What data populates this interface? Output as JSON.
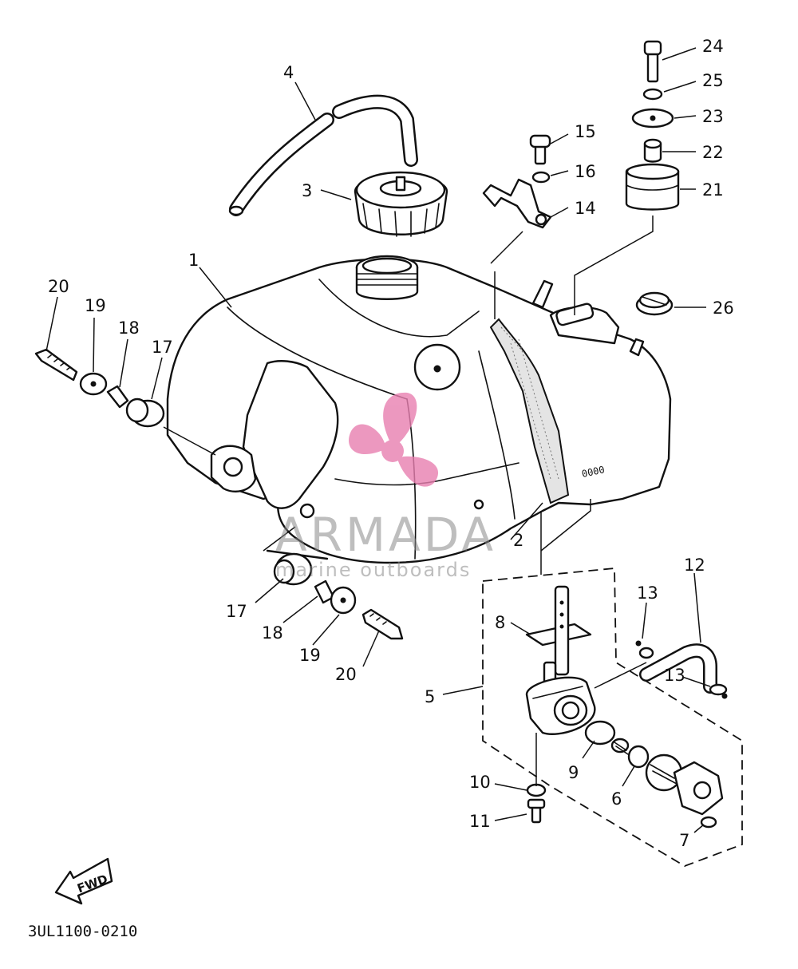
{
  "diagram": {
    "code": "3UL1100-0210",
    "fwd_label": "FWD",
    "watermark": {
      "brand": "ARMADA",
      "tagline": "marine outboards",
      "color": "#e87fb0"
    },
    "callouts": [
      {
        "id": "c1",
        "text": "1"
      },
      {
        "id": "c2",
        "text": "2"
      },
      {
        "id": "c3",
        "text": "3"
      },
      {
        "id": "c4",
        "text": "4"
      },
      {
        "id": "c5",
        "text": "5"
      },
      {
        "id": "c6",
        "text": "6"
      },
      {
        "id": "c7",
        "text": "7"
      },
      {
        "id": "c8",
        "text": "8"
      },
      {
        "id": "c9",
        "text": "9"
      },
      {
        "id": "c10",
        "text": "10"
      },
      {
        "id": "c11",
        "text": "11"
      },
      {
        "id": "c12",
        "text": "12"
      },
      {
        "id": "c13a",
        "text": "13"
      },
      {
        "id": "c13b",
        "text": "13"
      },
      {
        "id": "c14",
        "text": "14"
      },
      {
        "id": "c15",
        "text": "15"
      },
      {
        "id": "c16",
        "text": "16"
      },
      {
        "id": "c17a",
        "text": "17"
      },
      {
        "id": "c17b",
        "text": "17"
      },
      {
        "id": "c18a",
        "text": "18"
      },
      {
        "id": "c18b",
        "text": "18"
      },
      {
        "id": "c19a",
        "text": "19"
      },
      {
        "id": "c19b",
        "text": "19"
      },
      {
        "id": "c20a",
        "text": "20"
      },
      {
        "id": "c20b",
        "text": "20"
      },
      {
        "id": "c21",
        "text": "21"
      },
      {
        "id": "c22",
        "text": "22"
      },
      {
        "id": "c23",
        "text": "23"
      },
      {
        "id": "c24",
        "text": "24"
      },
      {
        "id": "c25",
        "text": "25"
      },
      {
        "id": "c26",
        "text": "26"
      }
    ]
  }
}
